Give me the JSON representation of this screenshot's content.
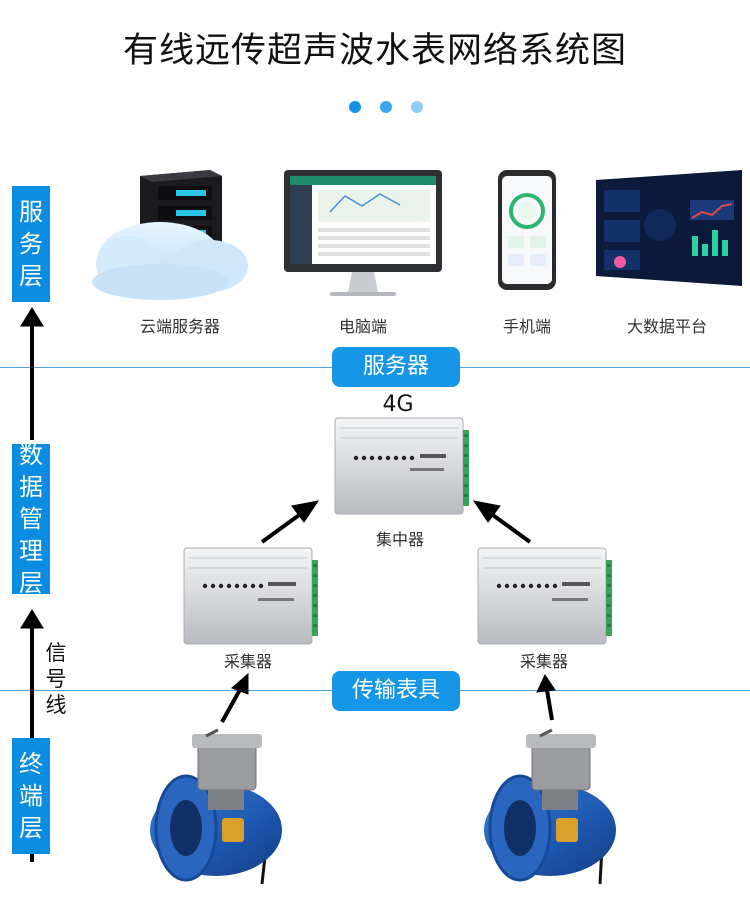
{
  "title": "有线远传超声波水表网络系统图",
  "dots": [
    "#1592e6",
    "#3aa6ec",
    "#8fcdf4"
  ],
  "layers": {
    "service": [
      "服",
      "务",
      "层"
    ],
    "data_mgmt": [
      "数",
      "据",
      "管",
      "理",
      "层"
    ],
    "terminal": [
      "终",
      "端",
      "层"
    ]
  },
  "signal_line": [
    "信",
    "号",
    "线"
  ],
  "top_devices": {
    "cloud_server": "云端服务器",
    "pc": "电脑端",
    "phone": "手机端",
    "big_data": "大数据平台"
  },
  "pills": {
    "server": "服务器",
    "transmission": "传输表具"
  },
  "network_label": "4G",
  "concentrator_label": "集中器",
  "collector_left_label": "采集器",
  "collector_right_label": "采集器",
  "colors": {
    "accent": "#0a8de0",
    "line": "#4ba3e0",
    "meter_blue": "#1d57b0"
  }
}
